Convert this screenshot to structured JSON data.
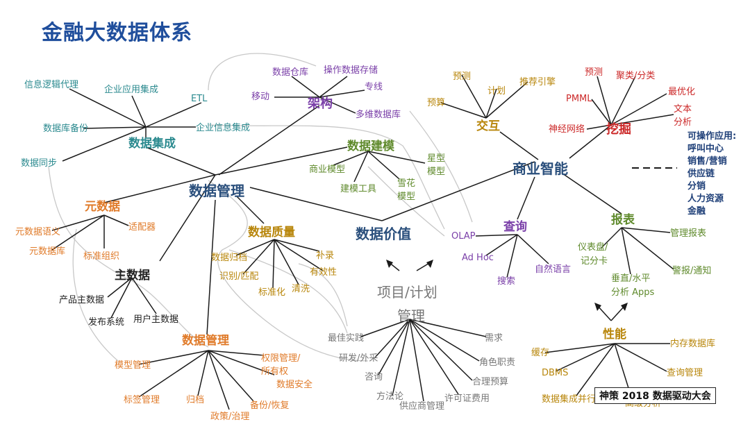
{
  "title": "金融大数据体系",
  "watermark": "神策 2018 数据驱动大会",
  "colors": {
    "title": "#1f4e9c",
    "teal": "#2b8a8f",
    "purple": "#7a3fa8",
    "green": "#5f8a2c",
    "navy": "#2a4f7c",
    "orange": "#e07b2a",
    "gold": "#b8860b",
    "red": "#cc2a2a",
    "gray": "#777777",
    "black": "#222222",
    "darkblue": "#1e3f78"
  },
  "side_list": {
    "heading": "可操作应用:",
    "items": [
      "呼叫中心",
      "销售/营销",
      "供应链",
      "分销",
      "人力资源",
      "金融"
    ]
  },
  "hubs": {
    "data_integration": "数据集成",
    "architecture": "架构",
    "data_modeling": "数据建模",
    "data_management_center": "数据管理",
    "data_value": "数据价值",
    "metadata": "元数据",
    "master_data": "主数据",
    "data_quality": "数据质量",
    "interaction": "交互",
    "business_intelligence": "商业智能",
    "mining": "挖掘",
    "reports": "报表",
    "query": "查询",
    "project": "项目/计划",
    "project_line2": "管理",
    "performance": "性能",
    "data_governance": "数据管理"
  },
  "leaves": {
    "integration": [
      "信息逻辑代理",
      "企业应用集成",
      "ETL",
      "数据库备份",
      "企业信息集成",
      "数据同步"
    ],
    "architecture": [
      "数据仓库",
      "操作数据存储",
      "专线",
      "移动",
      "多维数据库"
    ],
    "modeling": [
      "商业模型",
      "建模工具",
      "雪花",
      "模型",
      "星型",
      "模型"
    ],
    "metadata": [
      "元数据语义",
      "适配器",
      "元数据库",
      "标准组织"
    ],
    "master": [
      "产品主数据",
      "发布系统",
      "用户主数据"
    ],
    "quality": [
      "数据归档",
      "补录",
      "识别/匹配",
      "有效性",
      "标准化",
      "清洗"
    ],
    "interaction": [
      "预测",
      "计划",
      "推荐引擎",
      "预算"
    ],
    "mining": [
      "预测",
      "聚类/分类",
      "PMML",
      "最优化",
      "文本",
      "分析",
      "神经网络"
    ],
    "reports": [
      "管理报表",
      "仪表盘/",
      "记分卡",
      "警报/通知",
      "垂直/水平",
      "分析 Apps"
    ],
    "query": [
      "OLAP",
      "Ad Hoc",
      "搜索",
      "自然语言"
    ],
    "project": [
      "最佳实践",
      "需求",
      "研发/外采",
      "角色职责",
      "咨询",
      "合理预算",
      "方法论",
      "供应商管理",
      "许可证费用"
    ],
    "performance": [
      "缓存",
      "内存数据库",
      "DBMS",
      "查询管理",
      "数据集成并行化",
      "高级分析"
    ],
    "governance": [
      "模型管理",
      "权限管理/",
      "所有权",
      "数据安全",
      "标签管理",
      "归档",
      "备份/恢复",
      "政策/治理"
    ]
  }
}
